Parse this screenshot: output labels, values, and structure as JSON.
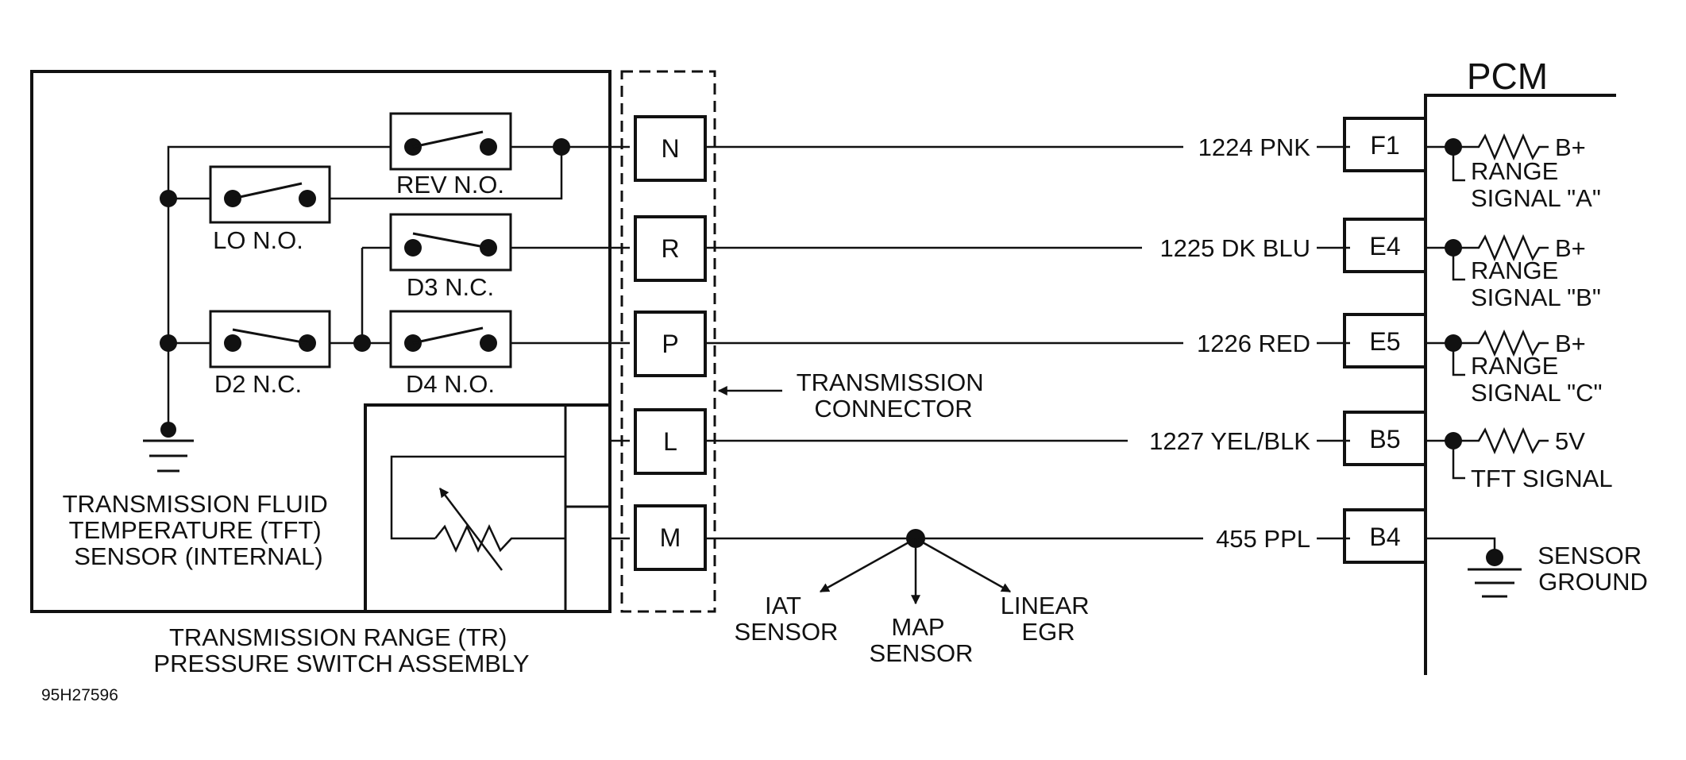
{
  "title": "PCM",
  "figure_code": "95H27596",
  "assembly": {
    "name_lines": [
      "TRANSMISSION RANGE (TR)",
      "PRESSURE SWITCH ASSEMBLY"
    ],
    "tft_sensor_lines": [
      "TRANSMISSION FLUID",
      "TEMPERATURE (TFT)",
      "SENSOR (INTERNAL)"
    ],
    "switches": {
      "rev": "REV N.O.",
      "lo": "LO N.O.",
      "d3": "D3 N.C.",
      "d2": "D2 N.C.",
      "d4": "D4 N.O."
    }
  },
  "connector": {
    "name_lines": [
      "TRANSMISSION",
      "CONNECTOR"
    ],
    "pins": [
      "N",
      "R",
      "P",
      "L",
      "M"
    ]
  },
  "wires": [
    {
      "circuit": "1224 PNK",
      "pcm_pin": "F1",
      "supply": "B+",
      "signal_lines": [
        "RANGE",
        "SIGNAL \"A\""
      ]
    },
    {
      "circuit": "1225 DK BLU",
      "pcm_pin": "E4",
      "supply": "B+",
      "signal_lines": [
        "RANGE",
        "SIGNAL \"B\""
      ]
    },
    {
      "circuit": "1226 RED",
      "pcm_pin": "E5",
      "supply": "B+",
      "signal_lines": [
        "RANGE",
        "SIGNAL \"C\""
      ]
    },
    {
      "circuit": "1227 YEL/BLK",
      "pcm_pin": "B5",
      "supply": "5V",
      "signal_lines": [
        "TFT SIGNAL"
      ]
    },
    {
      "circuit": "455 PPL",
      "pcm_pin": "B4",
      "ground_lines": [
        "SENSOR",
        "GROUND"
      ]
    }
  ],
  "branches": {
    "iat_lines": [
      "IAT",
      "SENSOR"
    ],
    "map_lines": [
      "MAP",
      "SENSOR"
    ],
    "egr_lines": [
      "LINEAR",
      "EGR"
    ]
  }
}
